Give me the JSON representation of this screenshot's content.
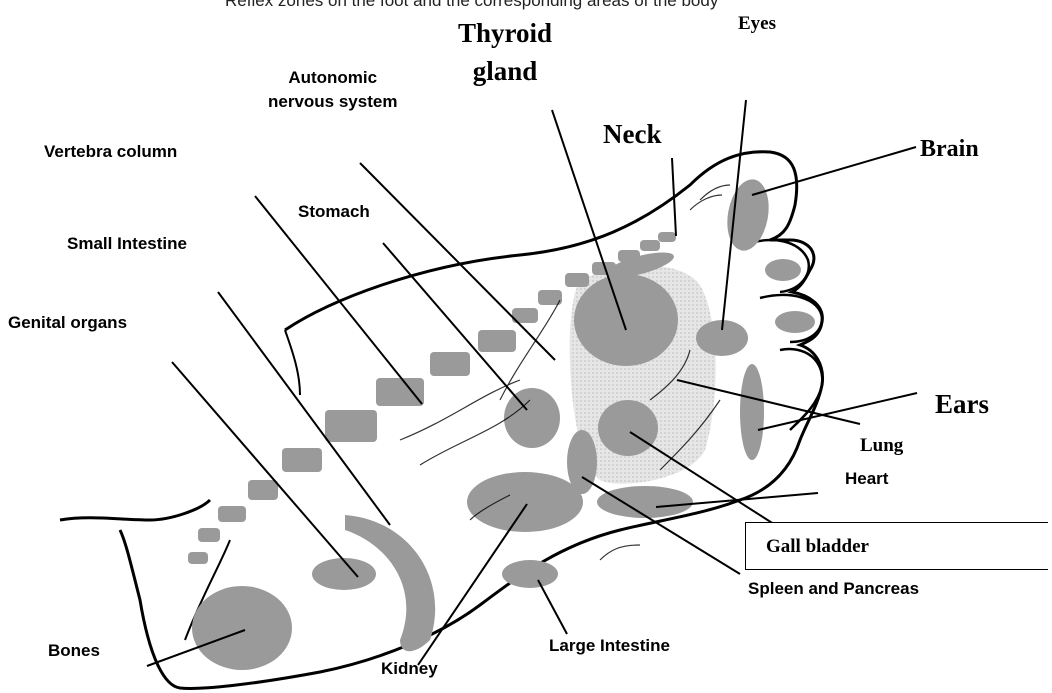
{
  "caption": "Reflex zones on the foot and the corresponding areas of the body",
  "labels": {
    "thyroid_gland": "Thyroid\ngland",
    "eyes": "Eyes",
    "autonomic": "Autonomic\nnervous system",
    "neck": "Neck",
    "brain": "Brain",
    "vertebra": "Vertebra column",
    "stomach": "Stomach",
    "small_intestine": "Small Intestine",
    "genital": "Genital organs",
    "ears": "Ears",
    "lung": "Lung",
    "heart": "Heart",
    "gall_bladder": "Gall bladder",
    "spleen": "Spleen and Pancreas",
    "bones": "Bones",
    "large_intestine": "Large Intestine",
    "kidney": "Kidney"
  },
  "colors": {
    "zone_fill": "#9a9a9a",
    "zone_light": "#d9d9d9",
    "outline": "#000000"
  }
}
